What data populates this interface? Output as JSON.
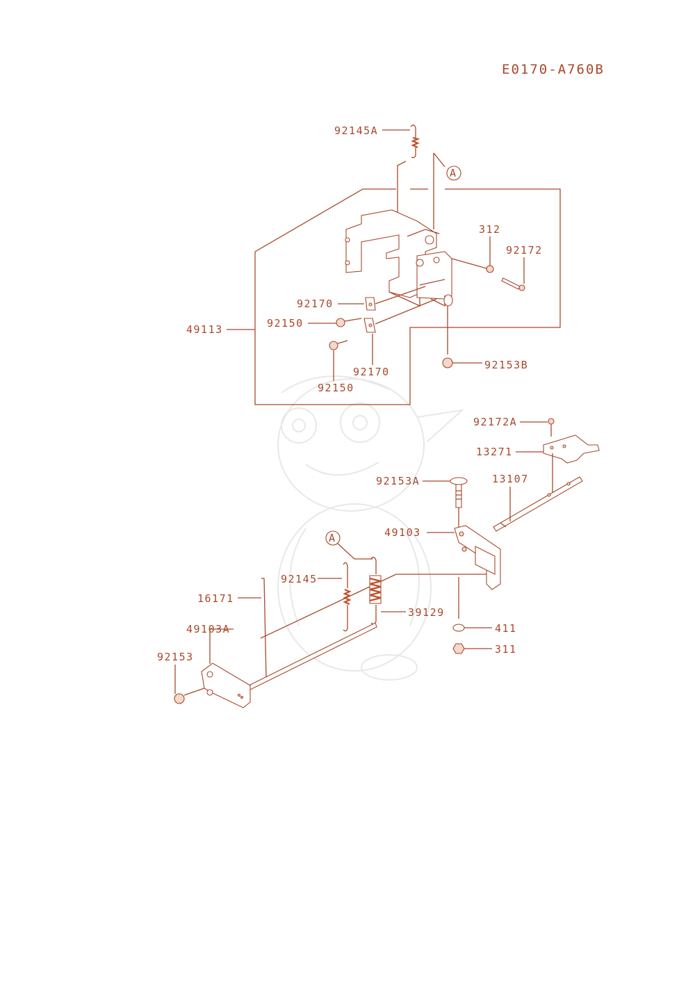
{
  "diagram": {
    "code": "E0170-A760B",
    "callout_a": "A",
    "labels": {
      "p92145A": "92145A",
      "p312": "312",
      "p92172": "92172",
      "p92170_top": "92170",
      "p92150_top": "92150",
      "p49113": "49113",
      "p92170_bot": "92170",
      "p92150_bot": "92150",
      "p92153B": "92153B",
      "p92172A": "92172A",
      "p13271": "13271",
      "p92153A": "92153A",
      "p13107": "13107",
      "p49103": "49103",
      "p92145": "92145",
      "p16171": "16171",
      "p39129": "39129",
      "p49103A": "49103A",
      "p92153": "92153",
      "p411": "411",
      "p311": "311"
    }
  }
}
